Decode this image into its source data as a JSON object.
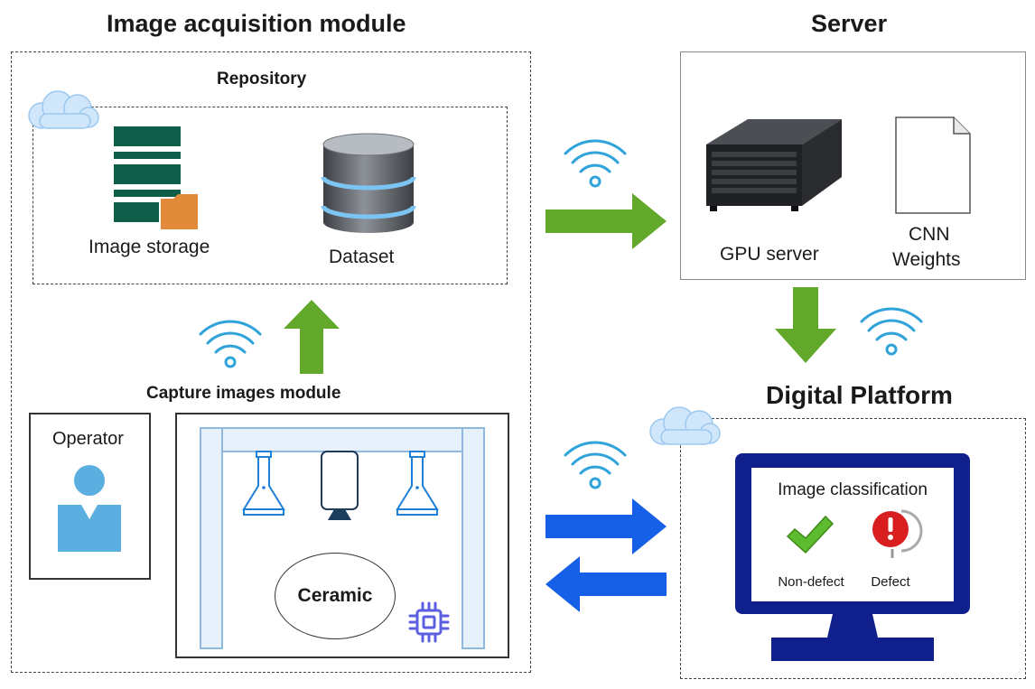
{
  "acquisition": {
    "title": "Image acquisition module",
    "repository": {
      "title": "Repository",
      "image_storage_label": "Image storage",
      "dataset_label": "Dataset"
    },
    "capture": {
      "title": "Capture images module",
      "operator_label": "Operator",
      "ceramic_label": "Ceramic"
    }
  },
  "server": {
    "title": "Server",
    "gpu_label": "GPU server",
    "cnn_label_line1": "CNN",
    "cnn_label_line2": "Weights"
  },
  "platform": {
    "title": "Digital Platform",
    "screen_title": "Image classification",
    "non_defect_label": "Non-defect",
    "defect_label": "Defect"
  },
  "colors": {
    "green_arrow": "#62a82a",
    "blue_arrow": "#1560e6",
    "wifi": "#2fa3da",
    "monitor": "#0f1f8c",
    "storage_green": "#0f5e4a",
    "folder_orange": "#e08a3a",
    "operator_blue": "#5aaee0",
    "lamp_blue": "#1d7fd6",
    "chip_purple": "#5b5fe0",
    "cloud": "#cfe6fb"
  },
  "icons": {
    "wifi": "wifi-icon",
    "cloud": "cloud-icon",
    "database": "database-icon",
    "server": "gpu-server-icon",
    "document": "document-icon",
    "checkmark": "checkmark-icon",
    "alert": "alert-icon",
    "operator": "operator-icon",
    "chip": "chip-icon"
  }
}
